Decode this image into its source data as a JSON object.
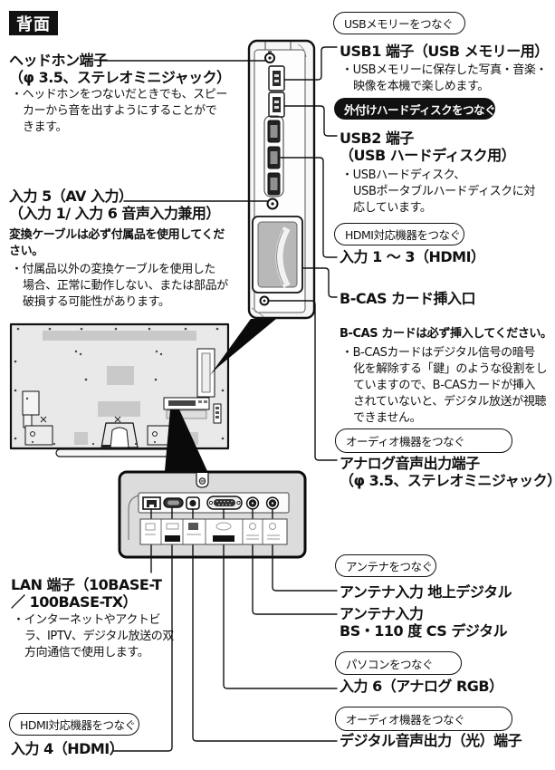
{
  "page": {
    "title": "背面"
  },
  "colors": {
    "ink": "#111111",
    "pill_bg": "#111111",
    "pill_fg": "#ffffff",
    "panel_fill": "#f6f6f6",
    "panel_fill2": "#dcdcdc",
    "shade": "#c9c9c9"
  },
  "left": {
    "headphone": {
      "line1": "ヘッドホン端子",
      "line2": "（φ 3.5、ステレオミニジャック）",
      "body": [
        "・ヘッドホンをつないだときでも、スピー",
        "カーから音を出すようにすることがで",
        "きます。"
      ]
    },
    "input5": {
      "line1": "入力 5（AV 入力）",
      "line2": "（入力 1/ 入力 6 音声入力兼用）",
      "note": [
        "変換ケーブルは必ず付属品を使用してくだ",
        "さい。"
      ],
      "body": [
        "・付属品以外の変換ケーブルを使用した",
        "場合、正常に動作しない、または部品が",
        "破損する可能性があります。"
      ]
    },
    "lan": {
      "line1": "LAN 端子（10BASE-T",
      "line2": "／ 100BASE-TX）",
      "body": [
        "・インターネットやアクトビ",
        "ラ、IPTV、デジタル放送の双",
        "方向通信で使用します。"
      ]
    },
    "hdmi4": {
      "box": "HDMI対応機器をつなぐ",
      "label": "入力 4（HDMI）"
    }
  },
  "right": {
    "usbmem_box": "USBメモリーをつなぐ",
    "usb1": {
      "title": "USB1 端子（USB メモリー用）",
      "body": [
        "・USBメモリーに保存した写真・音楽・",
        "映像を本機で楽しめます。"
      ]
    },
    "hdd_pill": "外付けハードディスクをつなぐ",
    "usb2": {
      "line1": "USB2 端子",
      "line2": "（USB ハードディスク用）",
      "body": [
        "・USBハードディスク、",
        "USBポータブルハードディスクに対",
        "応しています。"
      ]
    },
    "hdmi_box": "HDMI対応機器をつなぐ",
    "hdmi13": "入力 1 ～ 3（HDMI）",
    "bcas": {
      "label": "B-CAS カード挿入口",
      "note": "B-CAS カードは必ず挿入してください。",
      "body": [
        "・B-CASカードはデジタル信号の暗号",
        "化を解除する「鍵」のような役割をし",
        "ていますので、B-CASカードが挿入",
        "されていないと、デジタル放送が視聴",
        "できません。"
      ]
    },
    "audio_box1": "オーディオ機器をつなぐ",
    "analog": {
      "line1": "アナログ音声出力端子",
      "line2": "（φ 3.5、ステレオミニジャック）"
    },
    "antenna_box": "アンテナをつなぐ",
    "ant_terrestrial": "アンテナ入力 地上デジタル",
    "ant_bs": {
      "line1": "アンテナ入力",
      "line2": "BS・110 度 CS デジタル"
    },
    "pc_box": "パソコンをつなぐ",
    "input6": "入力 6（アナログ RGB）",
    "audio_box2": "オーディオ機器をつなぐ",
    "optical": "デジタル音声出力（光）端子"
  }
}
